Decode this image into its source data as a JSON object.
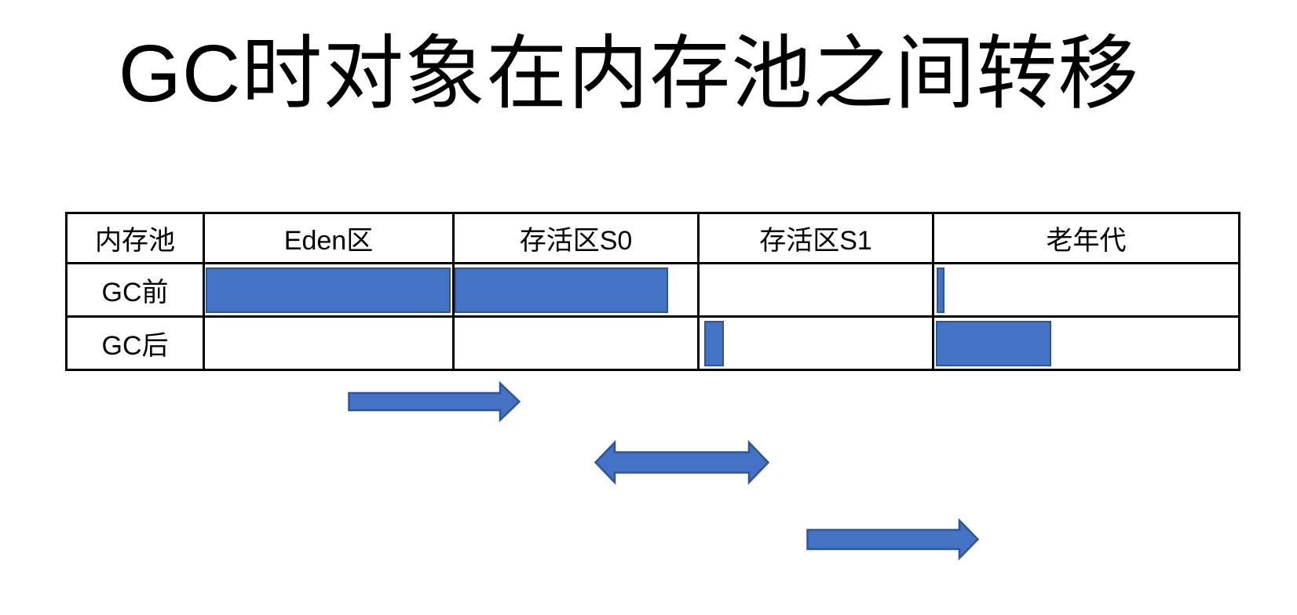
{
  "title": "GC时对象在内存池之间转移",
  "colors": {
    "background": "#FFFFFF",
    "bar_fill": "#4472C4",
    "bar_border": "#2F5597",
    "table_border": "#000000"
  },
  "table": {
    "columns": [
      {
        "label": "内存池"
      },
      {
        "label": "Eden区"
      },
      {
        "label": "存活区S0"
      },
      {
        "label": "存活区S1"
      },
      {
        "label": "老年代"
      }
    ],
    "rows": [
      {
        "label": "GC前",
        "cells": [
          {
            "pool": "Eden区",
            "bar": {
              "left_pct": 0.3,
              "width_pct": 99.2
            }
          },
          {
            "pool": "存活区S0",
            "bar": {
              "left_pct": 0,
              "width_pct": 88
            }
          },
          {
            "pool": "存活区S1",
            "bar": null
          },
          {
            "pool": "老年代",
            "bar": {
              "left_pct": 0.8,
              "width_pct": 2.5
            }
          }
        ]
      },
      {
        "label": "GC后",
        "cells": [
          {
            "pool": "Eden区",
            "bar": null
          },
          {
            "pool": "存活区S0",
            "bar": null
          },
          {
            "pool": "存活区S1",
            "bar": {
              "left_pct": 2,
              "width_pct": 8.6
            }
          },
          {
            "pool": "老年代",
            "bar": {
              "left_pct": 0.5,
              "width_pct": 38
            }
          }
        ]
      }
    ]
  },
  "arrows": [
    {
      "name": "eden-to-survivor",
      "direction": "right"
    },
    {
      "name": "s0-s1-swap",
      "direction": "both"
    },
    {
      "name": "survivor-to-old",
      "direction": "right"
    }
  ]
}
